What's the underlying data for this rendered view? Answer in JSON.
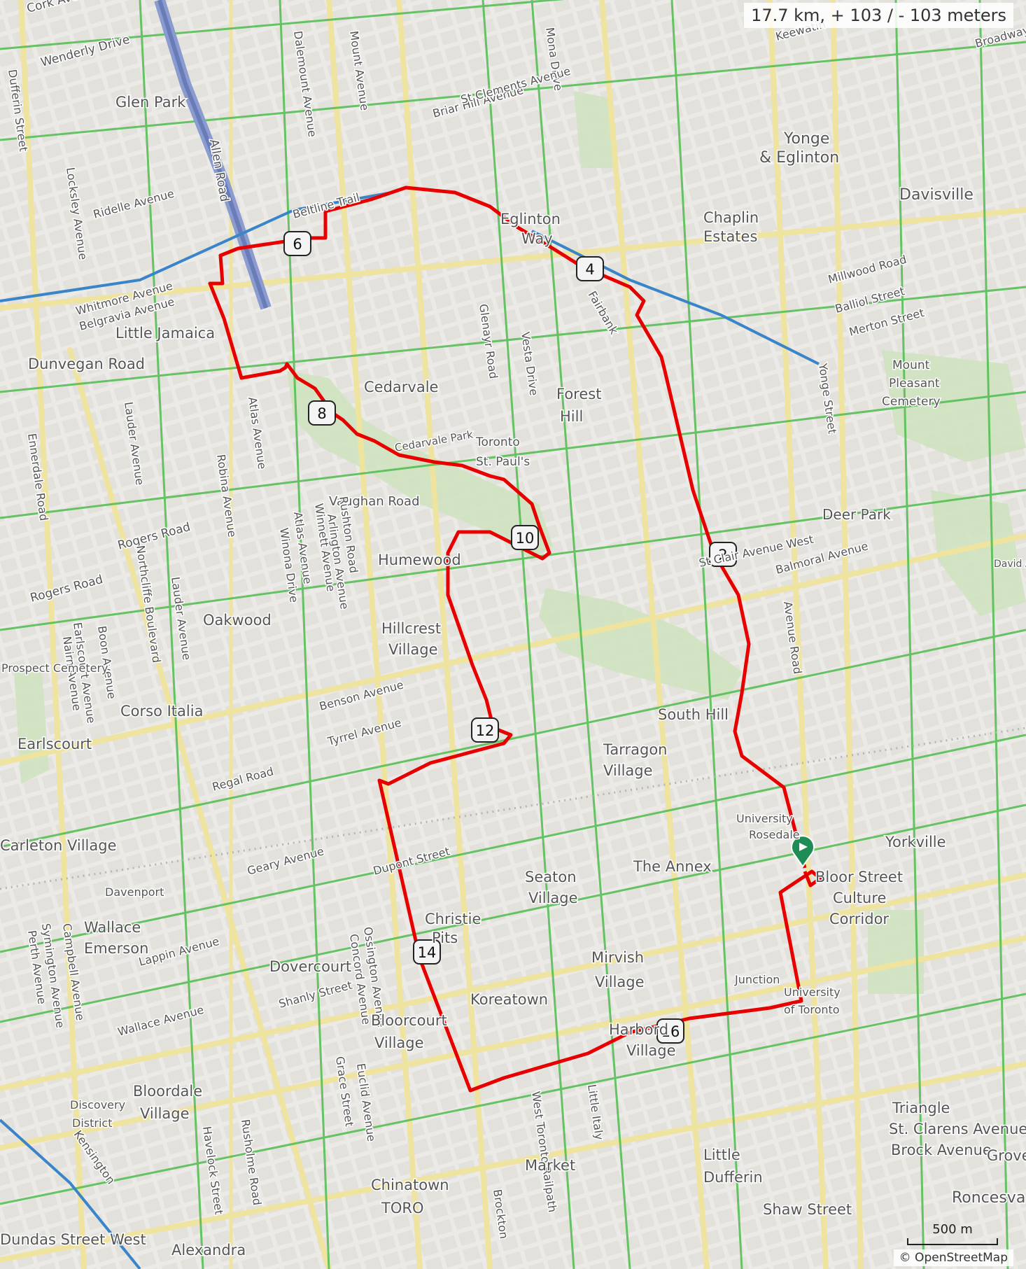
{
  "stats": "17.7 km, + 103 / - 103 meters",
  "attribution": "© OpenStreetMap",
  "scale": "500 m",
  "colors": {
    "route": "#e80000",
    "bg": "#eeece8",
    "green": "#4cbb4c",
    "park": "#c8dfb9",
    "major": "#f2e9a6",
    "rail": "#3a85c9",
    "start": "#1e8c55"
  },
  "markers": [
    "2",
    "4",
    "6",
    "8",
    "10",
    "12",
    "14",
    "16"
  ],
  "labels": [
    "Cork Avenue",
    "Wenderly Drive",
    "Dufferin Street",
    "Glen Park",
    "Dalemount Avenue",
    "Mount Avenue",
    "Mona Drive",
    "Briar Hill Avenue",
    "St Clements Avenue",
    "Keewatin",
    "Broadway",
    "Yonge",
    "& Eglinton",
    "Davisville",
    "Allen Road",
    "Locksley Avenue",
    "Ridelle Avenue",
    "Beltline Trail",
    "Eglinton",
    "Way",
    "Chaplin",
    "Estates",
    "Millwood Road",
    "Balliol Street",
    "Merton Street",
    "Mount",
    "Pleasant",
    "Cemetery",
    "Whitmore Avenue",
    "Belgravia Avenue",
    "Little Jamaica",
    "Dunvegan Road",
    "Fairbank",
    "Glenayr Road",
    "Vesta Drive",
    "Forest",
    "Hill",
    "Cedarvale",
    "Yonge Street",
    "Ennerdale Road",
    "Lauder Avenue",
    "Atlas Avenue",
    "Toronto",
    "St. Paul's",
    "Cedarvale Park",
    "Vaughan Road",
    "Robina Avenue",
    "Rushton Road",
    "Winnett Avenue",
    "Atlas Avenue",
    "Winona Drive",
    "Arlington Avenue",
    "Deer Park",
    "St Clair Avenue West",
    "Balmoral Avenue",
    "David A. Balfour Park",
    "Rogers Road",
    "Northcliffe Boulevard",
    "Lauder Avenue",
    "Oakwood",
    "Humewood",
    "Hillcrest",
    "Village",
    "Rogers Road",
    "Boon Avenue",
    "Earlscourt Avenue",
    "Nairn Avenue",
    "Prospect Cemetery",
    "Avenue Road",
    "Benson Avenue",
    "Corso Italia",
    "Tyrrel Avenue",
    "South Hill",
    "Earlscourt",
    "Tarragon",
    "Village",
    "Regal Road",
    "University",
    "Rosedale",
    "Yorkville",
    "Carleton Village",
    "Geary Avenue",
    "Dupont Street",
    "Seaton",
    "Village",
    "The Annex",
    "Bloor Street",
    "Culture",
    "Corridor",
    "Davenport",
    "Wallace",
    "Emerson",
    "Christie",
    "Pits",
    "Ossington Avenue",
    "Concord Avenue",
    "Lappin Avenue",
    "Dovercourt",
    "Mirvish",
    "Village",
    "Shanly Street",
    "Symington Avenue",
    "Campbell Avenue",
    "Perth Avenue",
    "Wallace Avenue",
    "Koreatown",
    "University",
    "of Toronto",
    "Bloorcourt",
    "Village",
    "Harbord",
    "Village",
    "Bloordale",
    "Village",
    "Junction",
    "Triangle",
    "Discovery",
    "District",
    "St. Clarens Avenue",
    "Brock Avenue",
    "Havelock Street",
    "Rusholme Road",
    "Grace Street",
    "Euclid Avenue",
    "West Toronto Railpath",
    "Little Italy",
    "Kensington",
    "Market",
    "Little",
    "Dufferin",
    "Grove",
    "Chinatown",
    "TORO",
    "Shaw Street",
    "Roncesvalles",
    "Brockton",
    "Dundas Street West",
    "Alexandra"
  ]
}
